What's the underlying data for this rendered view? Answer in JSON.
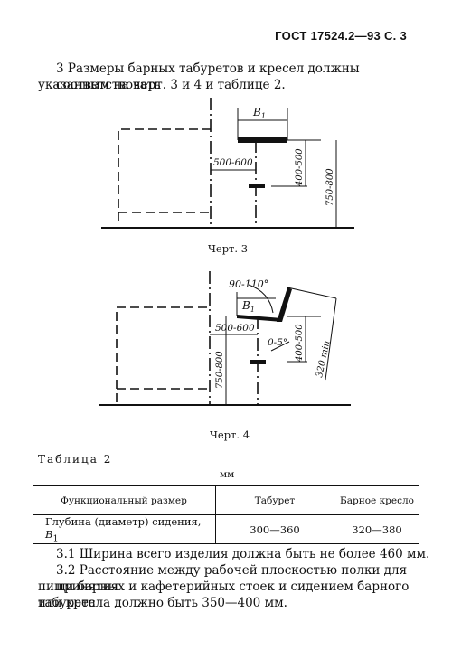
{
  "header": "ГОСТ 17524.2—93 С. 3",
  "intro": {
    "line1": "3 Размеры барных табуретов и кресел должны соответствовать",
    "line2": "указанным на черт. 3 и 4 и таблице 2."
  },
  "figure3": {
    "b1": "B",
    "b1_sub": "1",
    "dim_a": "500-600",
    "dim_b": "400-500",
    "dim_c": "750-800",
    "caption": "Черт. 3"
  },
  "figure4": {
    "angle_back": "90-110°",
    "b1": "B",
    "b1_sub": "1",
    "dim_a": "500-600",
    "angle_seat": "0-5°",
    "dim_b": "400-500",
    "dim_c": "320 min",
    "dim_d": "750-800",
    "caption": "Черт. 4"
  },
  "table": {
    "title": "Таблица 2",
    "unit": "мм",
    "headers": [
      "Функциональный размер",
      "Табурет",
      "Барное кресло"
    ],
    "row_label": "Глубина (диаметр) сидения, ",
    "row_symbol": "B",
    "row_sub": "1",
    "values": [
      "300—360",
      "320—380"
    ]
  },
  "p31": "3.1 Ширина всего изделия должна быть не более 460 мм.",
  "p32": {
    "line1": "3.2 Расстояние между рабочей плоскостью полки для принятия",
    "line2": "пищи барных и кафетерийных стоек и сидением барного табурета",
    "line3": "или кресла должно быть 350—400 мм."
  }
}
